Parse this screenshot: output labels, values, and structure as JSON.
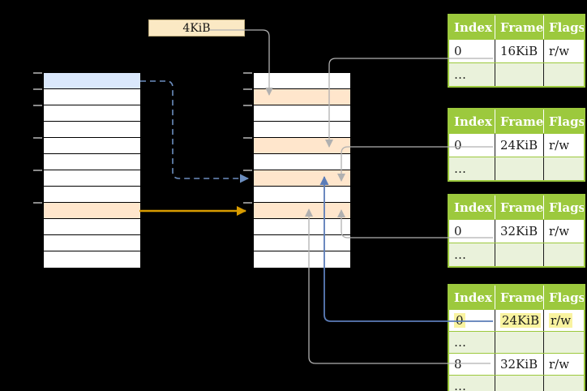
{
  "page_block": {
    "label": "4KiB"
  },
  "left_strip": {
    "rows": [
      "blue",
      "white",
      "white",
      "white",
      "white",
      "white",
      "white",
      "white",
      "peach",
      "white",
      "white",
      "white"
    ],
    "tick_positions": [
      90,
      110,
      130,
      170,
      210,
      250
    ]
  },
  "middle_strip": {
    "rows": [
      "white",
      "peach",
      "white",
      "white",
      "peach",
      "white",
      "peach",
      "white",
      "peach",
      "white",
      "white",
      "white"
    ],
    "tick_positions": [
      90,
      110,
      130,
      170,
      210,
      250
    ]
  },
  "frame_tables": [
    {
      "headers": [
        "Index",
        "Frame",
        "Flags"
      ],
      "rows": [
        {
          "cells": [
            "0",
            "16KiB",
            "r/w"
          ],
          "highlighted": false
        },
        {
          "cells": [
            "…",
            "",
            ""
          ],
          "highlighted": false
        }
      ]
    },
    {
      "headers": [
        "Index",
        "Frame",
        "Flags"
      ],
      "rows": [
        {
          "cells": [
            "0",
            "24KiB",
            "r/w"
          ],
          "highlighted": false
        },
        {
          "cells": [
            "…",
            "",
            ""
          ],
          "highlighted": false
        }
      ]
    },
    {
      "headers": [
        "Index",
        "Frame",
        "Flags"
      ],
      "rows": [
        {
          "cells": [
            "0",
            "32KiB",
            "r/w"
          ],
          "highlighted": false
        },
        {
          "cells": [
            "…",
            "",
            ""
          ],
          "highlighted": false
        }
      ]
    },
    {
      "headers": [
        "Index",
        "Frame",
        "Flags"
      ],
      "rows": [
        {
          "cells": [
            "0",
            "24KiB",
            "r/w"
          ],
          "highlighted": true
        },
        {
          "cells": [
            "…",
            "",
            ""
          ],
          "highlighted": false
        },
        {
          "cells": [
            "8",
            "32KiB",
            "r/w"
          ],
          "highlighted": false
        },
        {
          "cells": [
            "…",
            "",
            ""
          ],
          "highlighted": false
        }
      ]
    }
  ],
  "colors": {
    "header_green": "#9CC93D",
    "row_green": "#EAF2DB",
    "peach": "#FFE6CC",
    "blue_row": "#DAE8FC",
    "cream": "#FBE9C4",
    "cream_border": "#BFAE7E",
    "highlight_yellow": "#F9F3A0",
    "arrow_gray": "#B0B0B0",
    "arrow_blue": "#5B7CB8",
    "arrow_blue_dashed": "#6C8EBF",
    "arrow_orange": "#D79B00"
  }
}
